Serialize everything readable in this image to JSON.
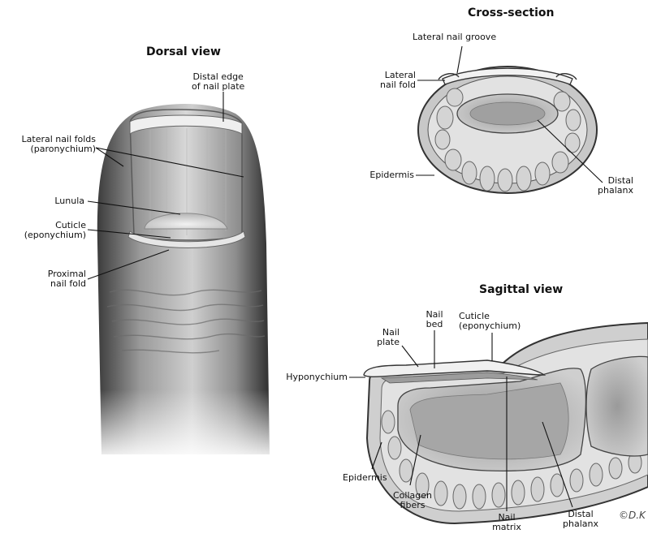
{
  "titles": {
    "dorsal": "Dorsal view",
    "cross": "Cross-section",
    "sagittal": "Sagittal view"
  },
  "dorsal_labels": {
    "distal_edge": "Distal edge\nof nail plate",
    "lateral_folds": "Lateral nail folds\n(paronychium)",
    "lunula": "Lunula",
    "cuticle": "Cuticle\n(eponychium)",
    "proximal_fold": "Proximal\nnail fold"
  },
  "cross_labels": {
    "lateral_groove": "Lateral nail groove",
    "lateral_fold": "Lateral\nnail fold",
    "epidermis": "Epidermis",
    "distal_phalanx": "Distal\nphalanx"
  },
  "sagittal_labels": {
    "nail_plate": "Nail\nplate",
    "nail_bed": "Nail\nbed",
    "cuticle": "Cuticle\n(eponychium)",
    "hyponychium": "Hyponychium",
    "epidermis": "Epidermis",
    "collagen": "Collagen\nfibers",
    "nail_matrix": "Nail\nmatrix",
    "distal_phalanx": "Distal\nphalanx"
  },
  "credit": "©D.K"
}
